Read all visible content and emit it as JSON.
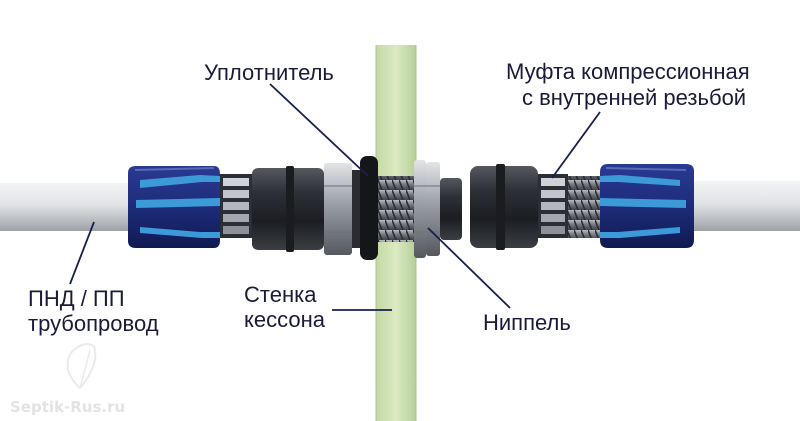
{
  "labels": {
    "seal": "Уплотнитель",
    "coupling_line1": "Муфта компрессионная",
    "coupling_line2": "с внутренней резьбой",
    "pipe_line1": "ПНД / ПП",
    "pipe_line2": "трубопровод",
    "wall_line1": "Стенка",
    "wall_line2": "кессона",
    "nipple": "Ниппель"
  },
  "watermark": "Septik-Rus.ru",
  "colors": {
    "pipe": "#d9dbdf",
    "wall": "#cfe2b4",
    "blue_body": "#1e2d7c",
    "blue_stripe": "#3d9ad8",
    "dark_metal": "#2c2f35",
    "thread": "#8a8e95",
    "leader": "#16204f"
  }
}
